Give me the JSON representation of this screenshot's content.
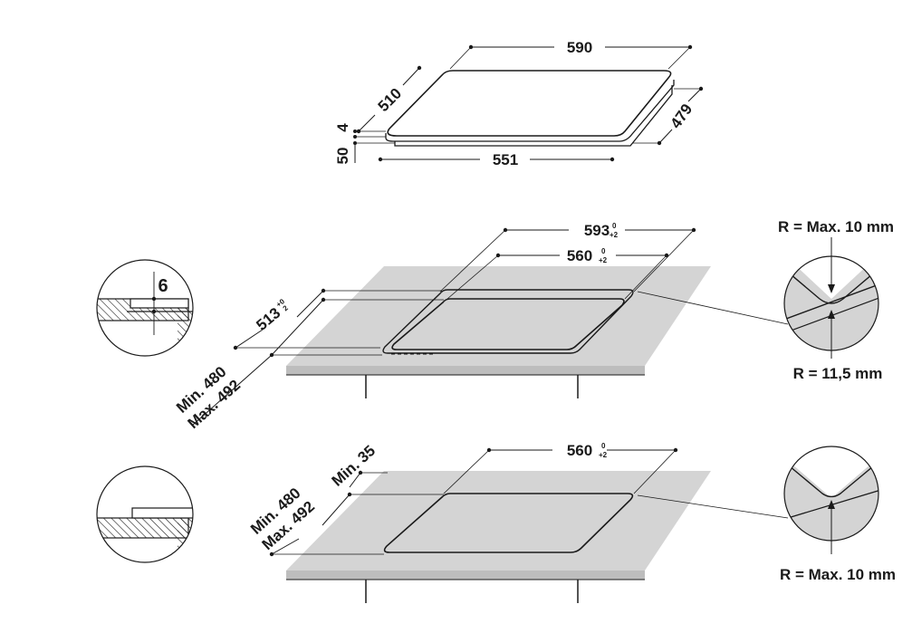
{
  "top_view": {
    "width": "590",
    "depth": "510",
    "glass_thickness": "4",
    "body_height": "50",
    "body_width": "551",
    "body_depth": "479"
  },
  "flush_install": {
    "outer_width": "593",
    "outer_width_tol": [
      "0",
      "+2"
    ],
    "inner_width": "560",
    "inner_width_tol": [
      "0",
      "+2"
    ],
    "outer_depth": "513",
    "outer_depth_tol": [
      "+0",
      "2"
    ],
    "min_depth": "Min. 480",
    "max_depth": "Max. 492",
    "rebate_depth": "6",
    "corner_outer_radius": "R = Max. 10 mm",
    "corner_inner_radius": "R = 11,5 mm"
  },
  "standard_install": {
    "cutout_width": "560",
    "cutout_width_tol": [
      "0",
      "+2"
    ],
    "min_depth": "Min. 480",
    "max_depth": "Max. 492",
    "min_front": "Min. 35",
    "corner_radius": "R = Max. 10 mm"
  }
}
